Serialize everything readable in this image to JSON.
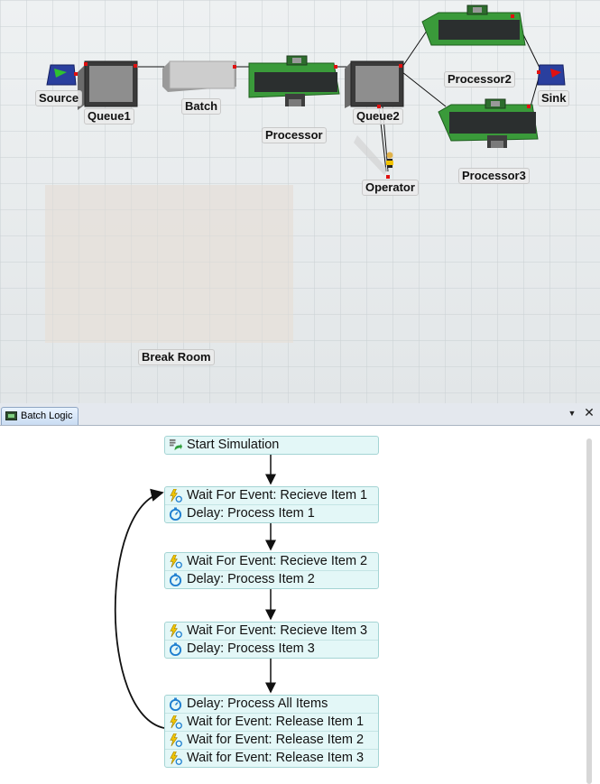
{
  "model": {
    "objects": [
      {
        "id": "source",
        "label": "Source"
      },
      {
        "id": "queue1",
        "label": "Queue1"
      },
      {
        "id": "batch",
        "label": "Batch"
      },
      {
        "id": "processor",
        "label": "Processor"
      },
      {
        "id": "queue2",
        "label": "Queue2"
      },
      {
        "id": "processor2",
        "label": "Processor2"
      },
      {
        "id": "processor3",
        "label": "Processor3"
      },
      {
        "id": "sink",
        "label": "Sink"
      },
      {
        "id": "operator",
        "label": "Operator"
      },
      {
        "id": "break_room",
        "label": "Break Room"
      }
    ]
  },
  "panel": {
    "tab_label": "Batch Logic",
    "menu_glyph": "▼",
    "close_glyph": "✕"
  },
  "logic": {
    "start": {
      "icon": "start-icon",
      "label": "Start Simulation"
    },
    "blocks": [
      {
        "rows": [
          {
            "icon": "event-icon",
            "label": "Wait For Event: Recieve Item 1"
          },
          {
            "icon": "delay-icon",
            "label": "Delay: Process Item 1"
          }
        ]
      },
      {
        "rows": [
          {
            "icon": "event-icon",
            "label": "Wait For Event: Recieve Item 2"
          },
          {
            "icon": "delay-icon",
            "label": "Delay: Process Item 2"
          }
        ]
      },
      {
        "rows": [
          {
            "icon": "event-icon",
            "label": "Wait For Event: Recieve Item 3"
          },
          {
            "icon": "delay-icon",
            "label": "Delay: Process Item 3"
          }
        ]
      },
      {
        "rows": [
          {
            "icon": "delay-icon",
            "label": "Delay: Process All Items"
          },
          {
            "icon": "event-icon",
            "label": "Wait for Event: Release Item 1"
          },
          {
            "icon": "event-icon",
            "label": "Wait for Event: Release Item 2"
          },
          {
            "icon": "event-icon",
            "label": "Wait for Event: Release Item 3"
          }
        ]
      }
    ]
  },
  "colors": {
    "floor": "#e7ebec",
    "grid": "#c9d0d3",
    "block_fill": "#e3f7f7",
    "block_border": "#a4d4d4",
    "conveyor": "#2b2f2f",
    "machine_green": "#3e9e3e",
    "port_red": "#e01010"
  }
}
